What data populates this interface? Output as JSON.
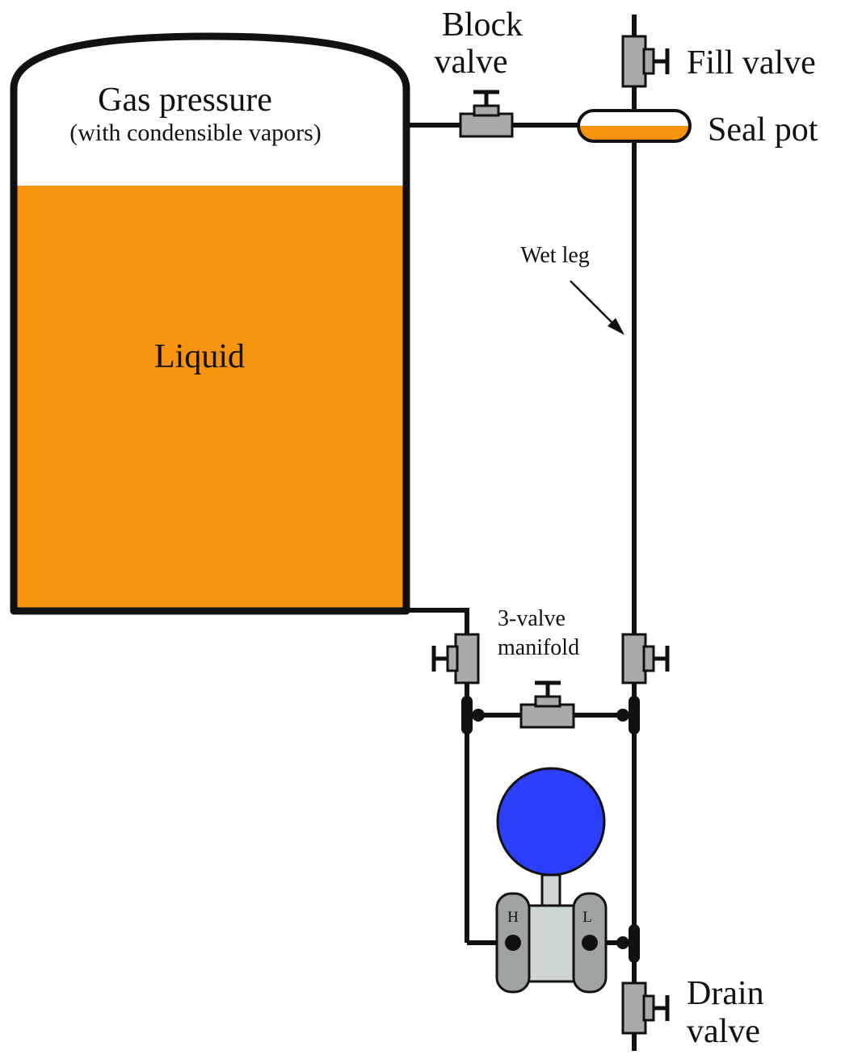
{
  "labels": {
    "gas_pressure": "Gas pressure",
    "gas_subtitle": "(with condensible vapors)",
    "liquid": "Liquid",
    "block_valve_line1": "Block",
    "block_valve_line2": "valve",
    "fill_valve": "Fill valve",
    "seal_pot": "Seal pot",
    "wet_leg": "Wet leg",
    "manifold_line1": "3-valve",
    "manifold_line2": "manifold",
    "drain_valve_line1": "Drain",
    "drain_valve_line2": "valve",
    "high_port": "H",
    "low_port": "L"
  },
  "colors": {
    "liquid": "#f7930c",
    "valve": "#a8aaa9",
    "transmitter_body": "#cdd5d3",
    "transmitter_flange": "#9ea2a0",
    "gauge_face": "#2b3ffc",
    "line": "#111111"
  },
  "icons": {
    "valve": "gate-valve-icon",
    "gauge": "gauge-dial-icon"
  }
}
